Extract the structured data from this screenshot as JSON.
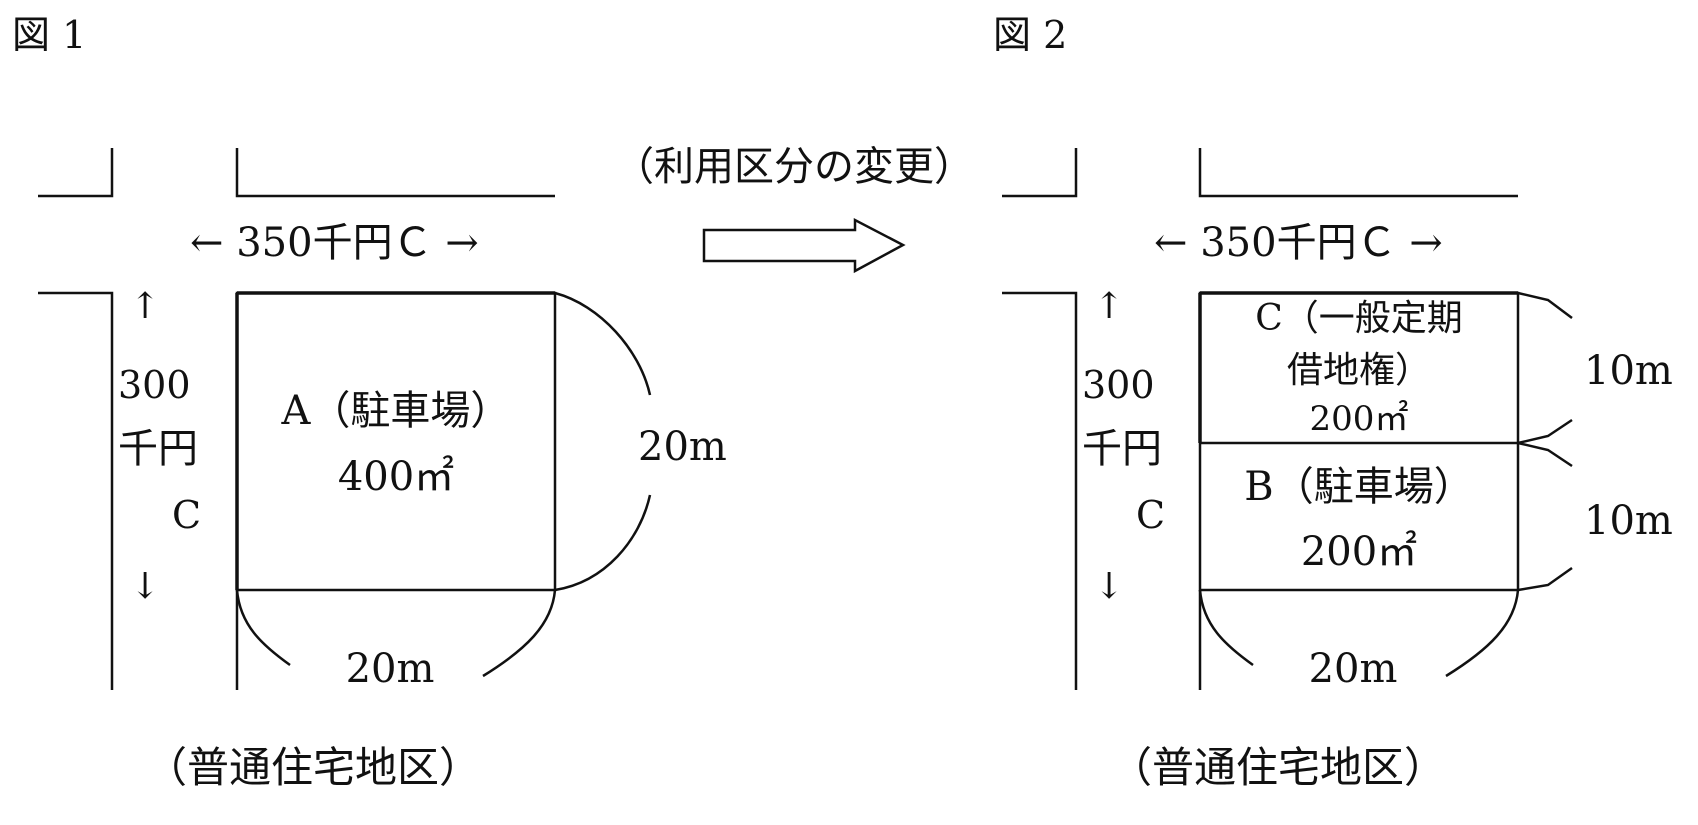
{
  "figure1": {
    "title": "図 1",
    "road_price_top": "← 350千円Ｃ →",
    "road_price_left": {
      "arrow_up": "↑",
      "line1": "300",
      "line2": "千円",
      "line3": "C",
      "arrow_down": "↓"
    },
    "lot_label": "A（駐車場）",
    "lot_area": "400㎡",
    "depth_label": "20m",
    "frontage_label": "20m",
    "district": "（普通住宅地区）"
  },
  "transition": {
    "label": "（利用区分の変更）"
  },
  "figure2": {
    "title": "図 2",
    "road_price_top": "← 350千円Ｃ →",
    "road_price_left": {
      "arrow_up": "↑",
      "line1": "300",
      "line2": "千円",
      "line3": "C",
      "arrow_down": "↓"
    },
    "lot_c_line1": "C（一般定期",
    "lot_c_line2": "借地権）",
    "lot_c_area": "200㎡",
    "lot_b_label": "B（駐車場）",
    "lot_b_area": "200㎡",
    "depth_c_label": "10m",
    "depth_b_label": "10m",
    "frontage_label": "20m",
    "district": "（普通住宅地区）"
  }
}
